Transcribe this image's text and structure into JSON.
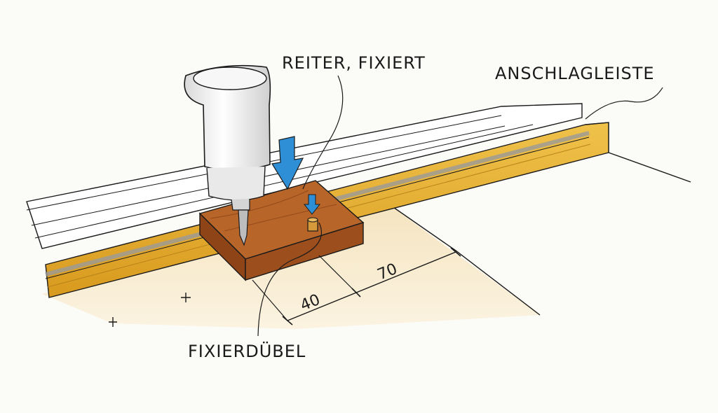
{
  "labels": {
    "rider": "REITER, FIXIERT",
    "stop_strip": "ANSCHLAGLEISTE",
    "dowel": "FIXIERDÜBEL"
  },
  "dimensions": {
    "first": "40",
    "second": "70"
  },
  "colors": {
    "block_wood": "#a8571f",
    "strip_wood": "#e6b030",
    "floor_wood": "#f1d9a6",
    "arrow_blue": "#2f8fd6",
    "ink": "#1a1a1a"
  },
  "icons": {
    "drill": "drill-press-icon",
    "arrow": "down-arrow-icon"
  }
}
